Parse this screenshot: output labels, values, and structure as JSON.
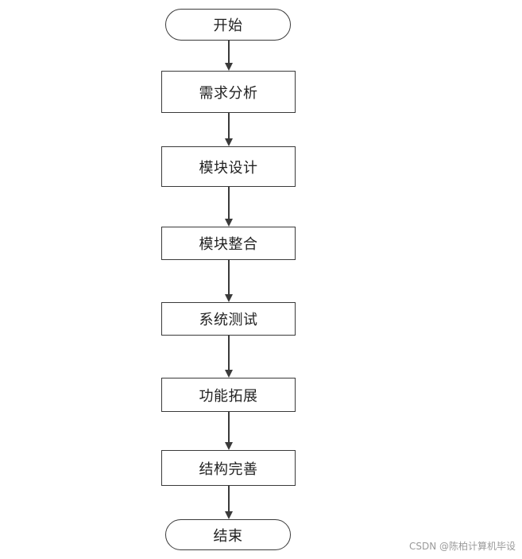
{
  "flowchart": {
    "start": "开始",
    "steps": [
      "需求分析",
      "模块设计",
      "模块整合",
      "系统测试",
      "功能拓展",
      "结构完善"
    ],
    "end": "结束"
  },
  "watermark": "CSDN @陈柏计算机毕设",
  "colors": {
    "stroke": "#3a3a3a",
    "text": "#222222",
    "background": "#ffffff"
  }
}
